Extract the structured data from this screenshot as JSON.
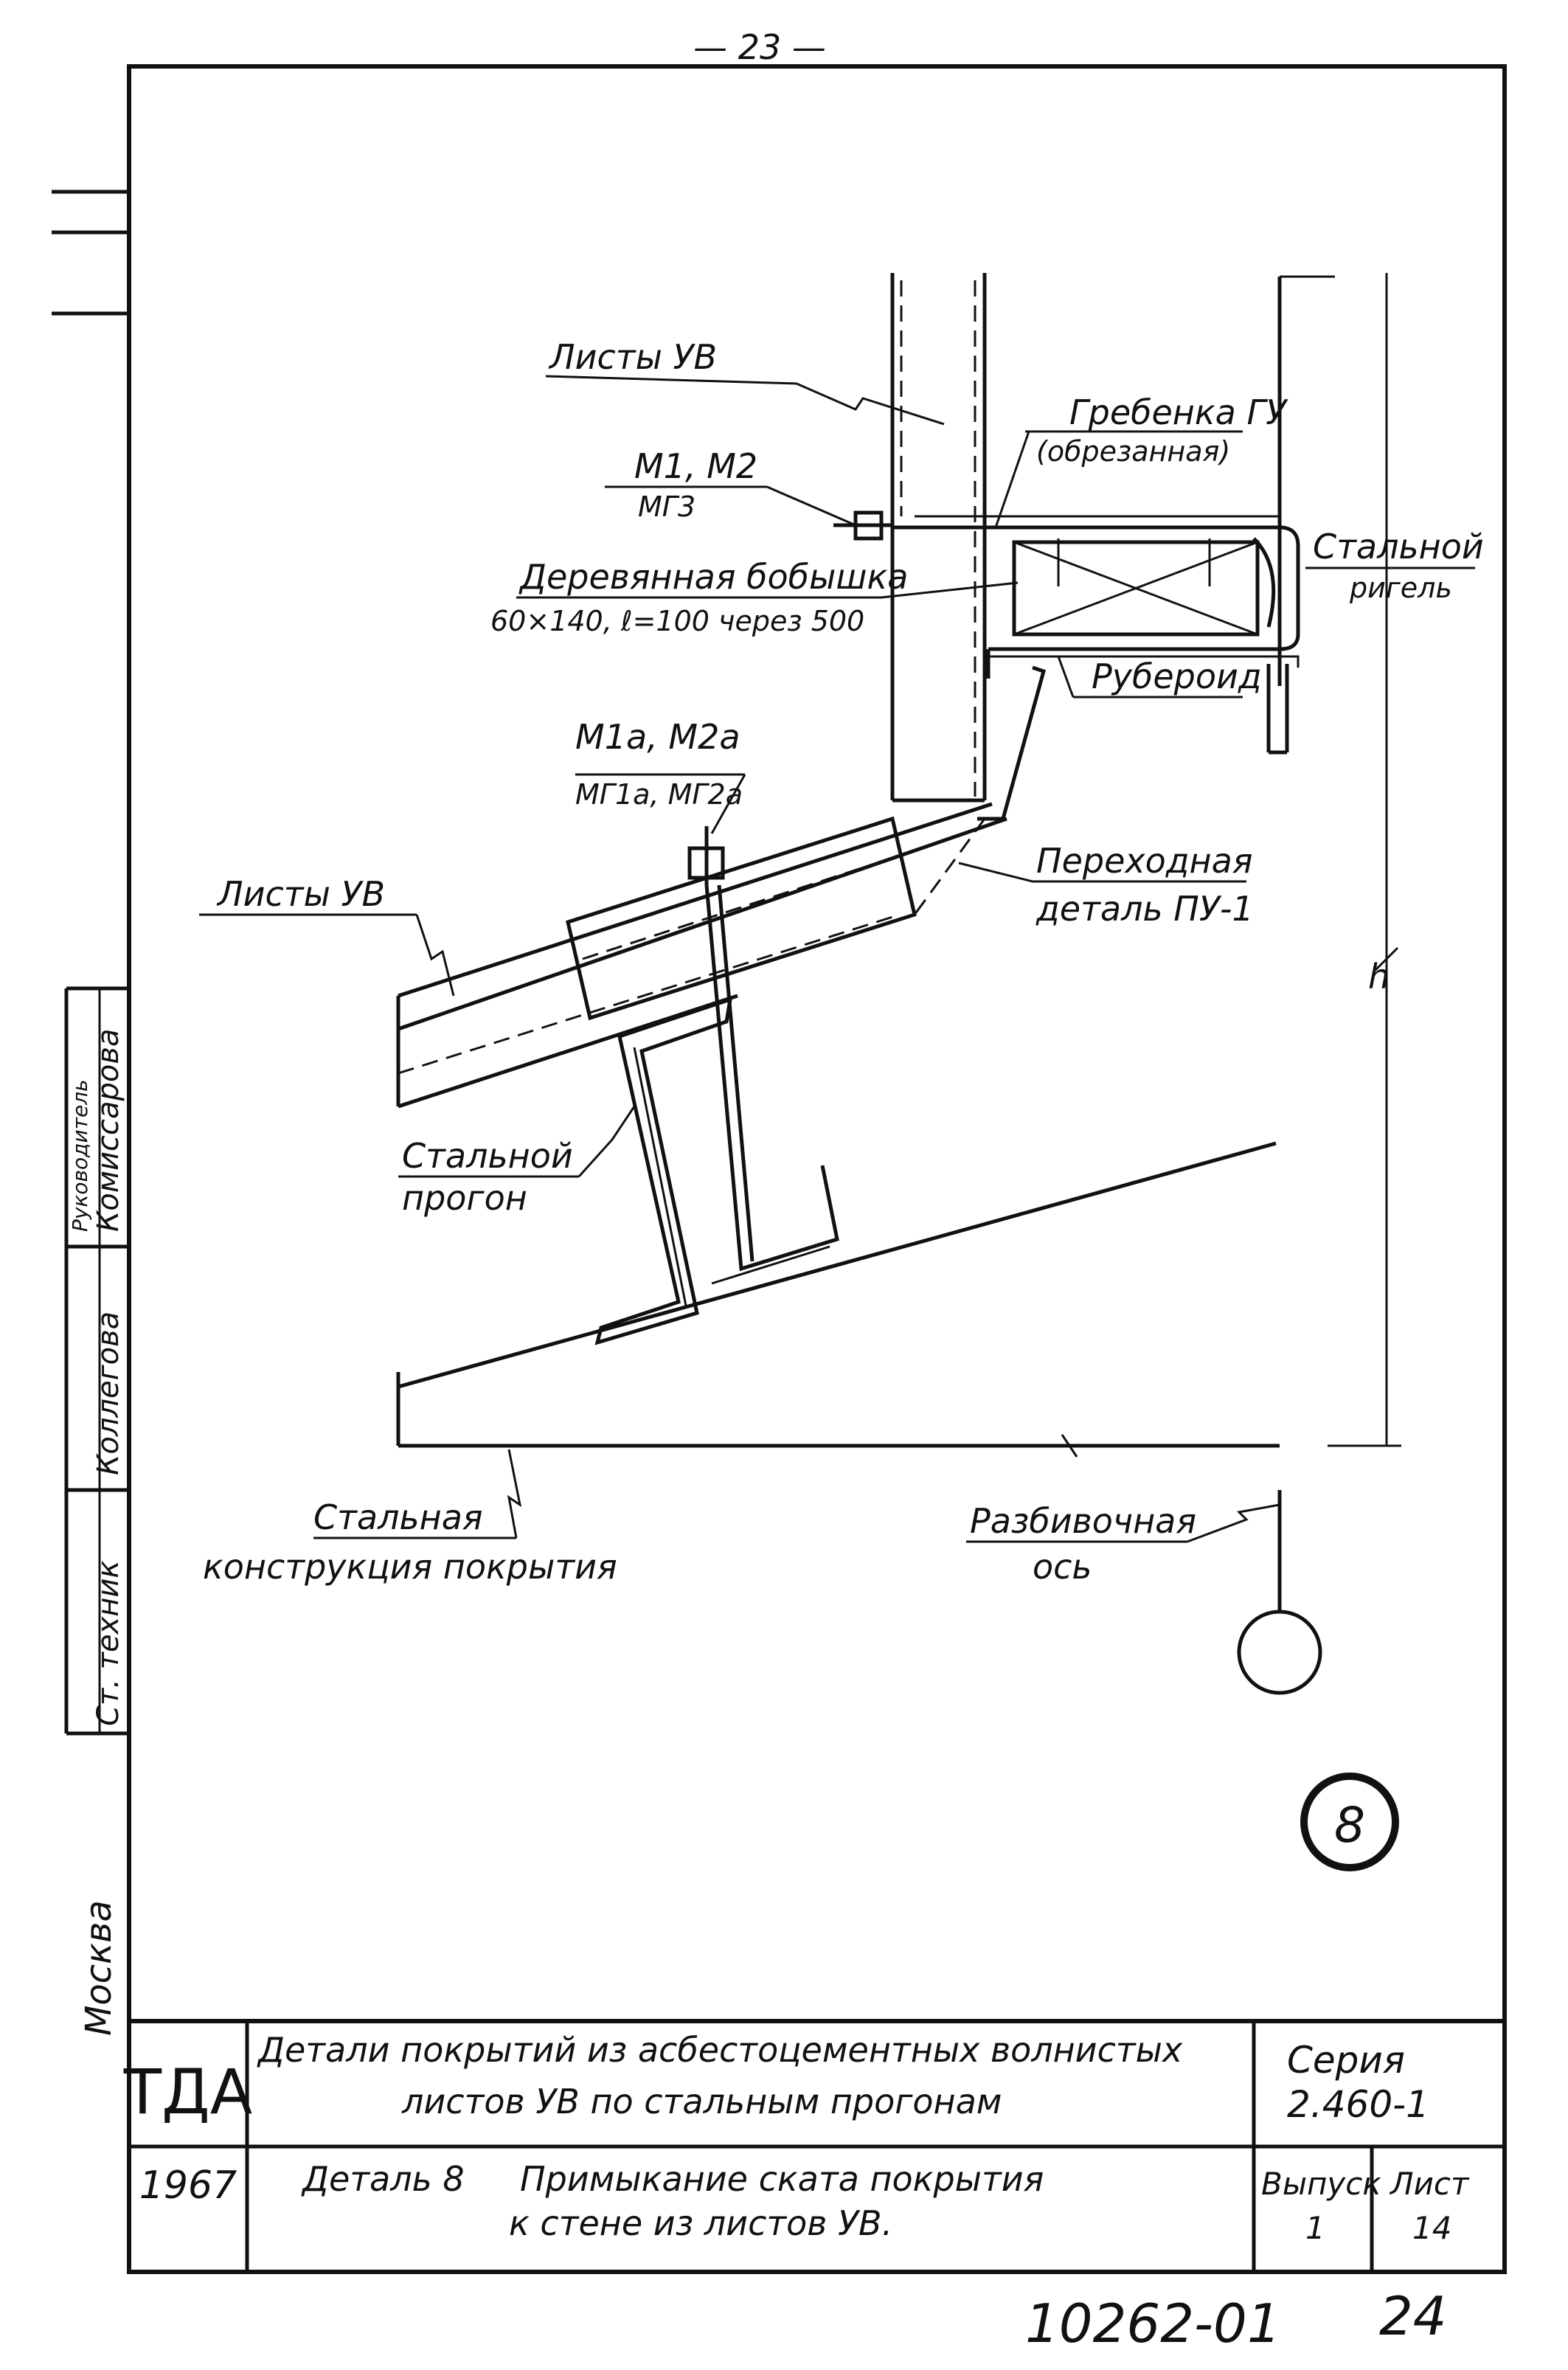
{
  "page_number": "— 23 —",
  "labels": {
    "sheets_top": "Листы УВ",
    "comb_1": "Гребенка ГУ",
    "comb_2": "(обрезанная)",
    "fasteners_top_1": "М1, М2",
    "fasteners_top_2": "МГ3",
    "wood_block_1": "Деревянная бобышка",
    "wood_block_2": "60×140, ℓ=100 через 500",
    "steel_beam_1": "Стальной",
    "steel_beam_2": "ригель",
    "roofing_felt": "Рубероид",
    "fasteners_mid_1": "М1а, М2а",
    "fasteners_mid_2": "МГ1а, МГ2а",
    "transition_1": "Переходная",
    "transition_2": "деталь ПУ-1",
    "sheets_left": "Листы УВ",
    "purlin_1": "Стальной",
    "purlin_2": "прогон",
    "roof_structure_1": "Стальная",
    "roof_structure_2": "конструкция покрытия",
    "axis_1": "Разбивочная",
    "axis_2": "ось",
    "dimension_h": "h",
    "detail_number": "8"
  },
  "side_stamp": {
    "city": "Москва",
    "role_1": "Ст. техник",
    "role_2": "Руководитель",
    "name_1": "Коллегова",
    "name_2": "Комиссарова"
  },
  "title_block": {
    "org": "ТДА",
    "year": "1967",
    "title_line1": "Детали покрытий из асбестоцементных волнистых",
    "title_line2": "листов УВ по стальным прогонам",
    "detail_label": "Деталь 8",
    "detail_line1": "Примыкание ската покрытия",
    "detail_line2": "к стене из листов УВ.",
    "series_label": "Серия",
    "series_value": "2.460-1",
    "issue_label": "Выпуск",
    "issue_value": "1",
    "sheet_label": "Лист",
    "sheet_value": "14"
  },
  "footer": {
    "doc_number": "10262-01",
    "page": "24"
  }
}
